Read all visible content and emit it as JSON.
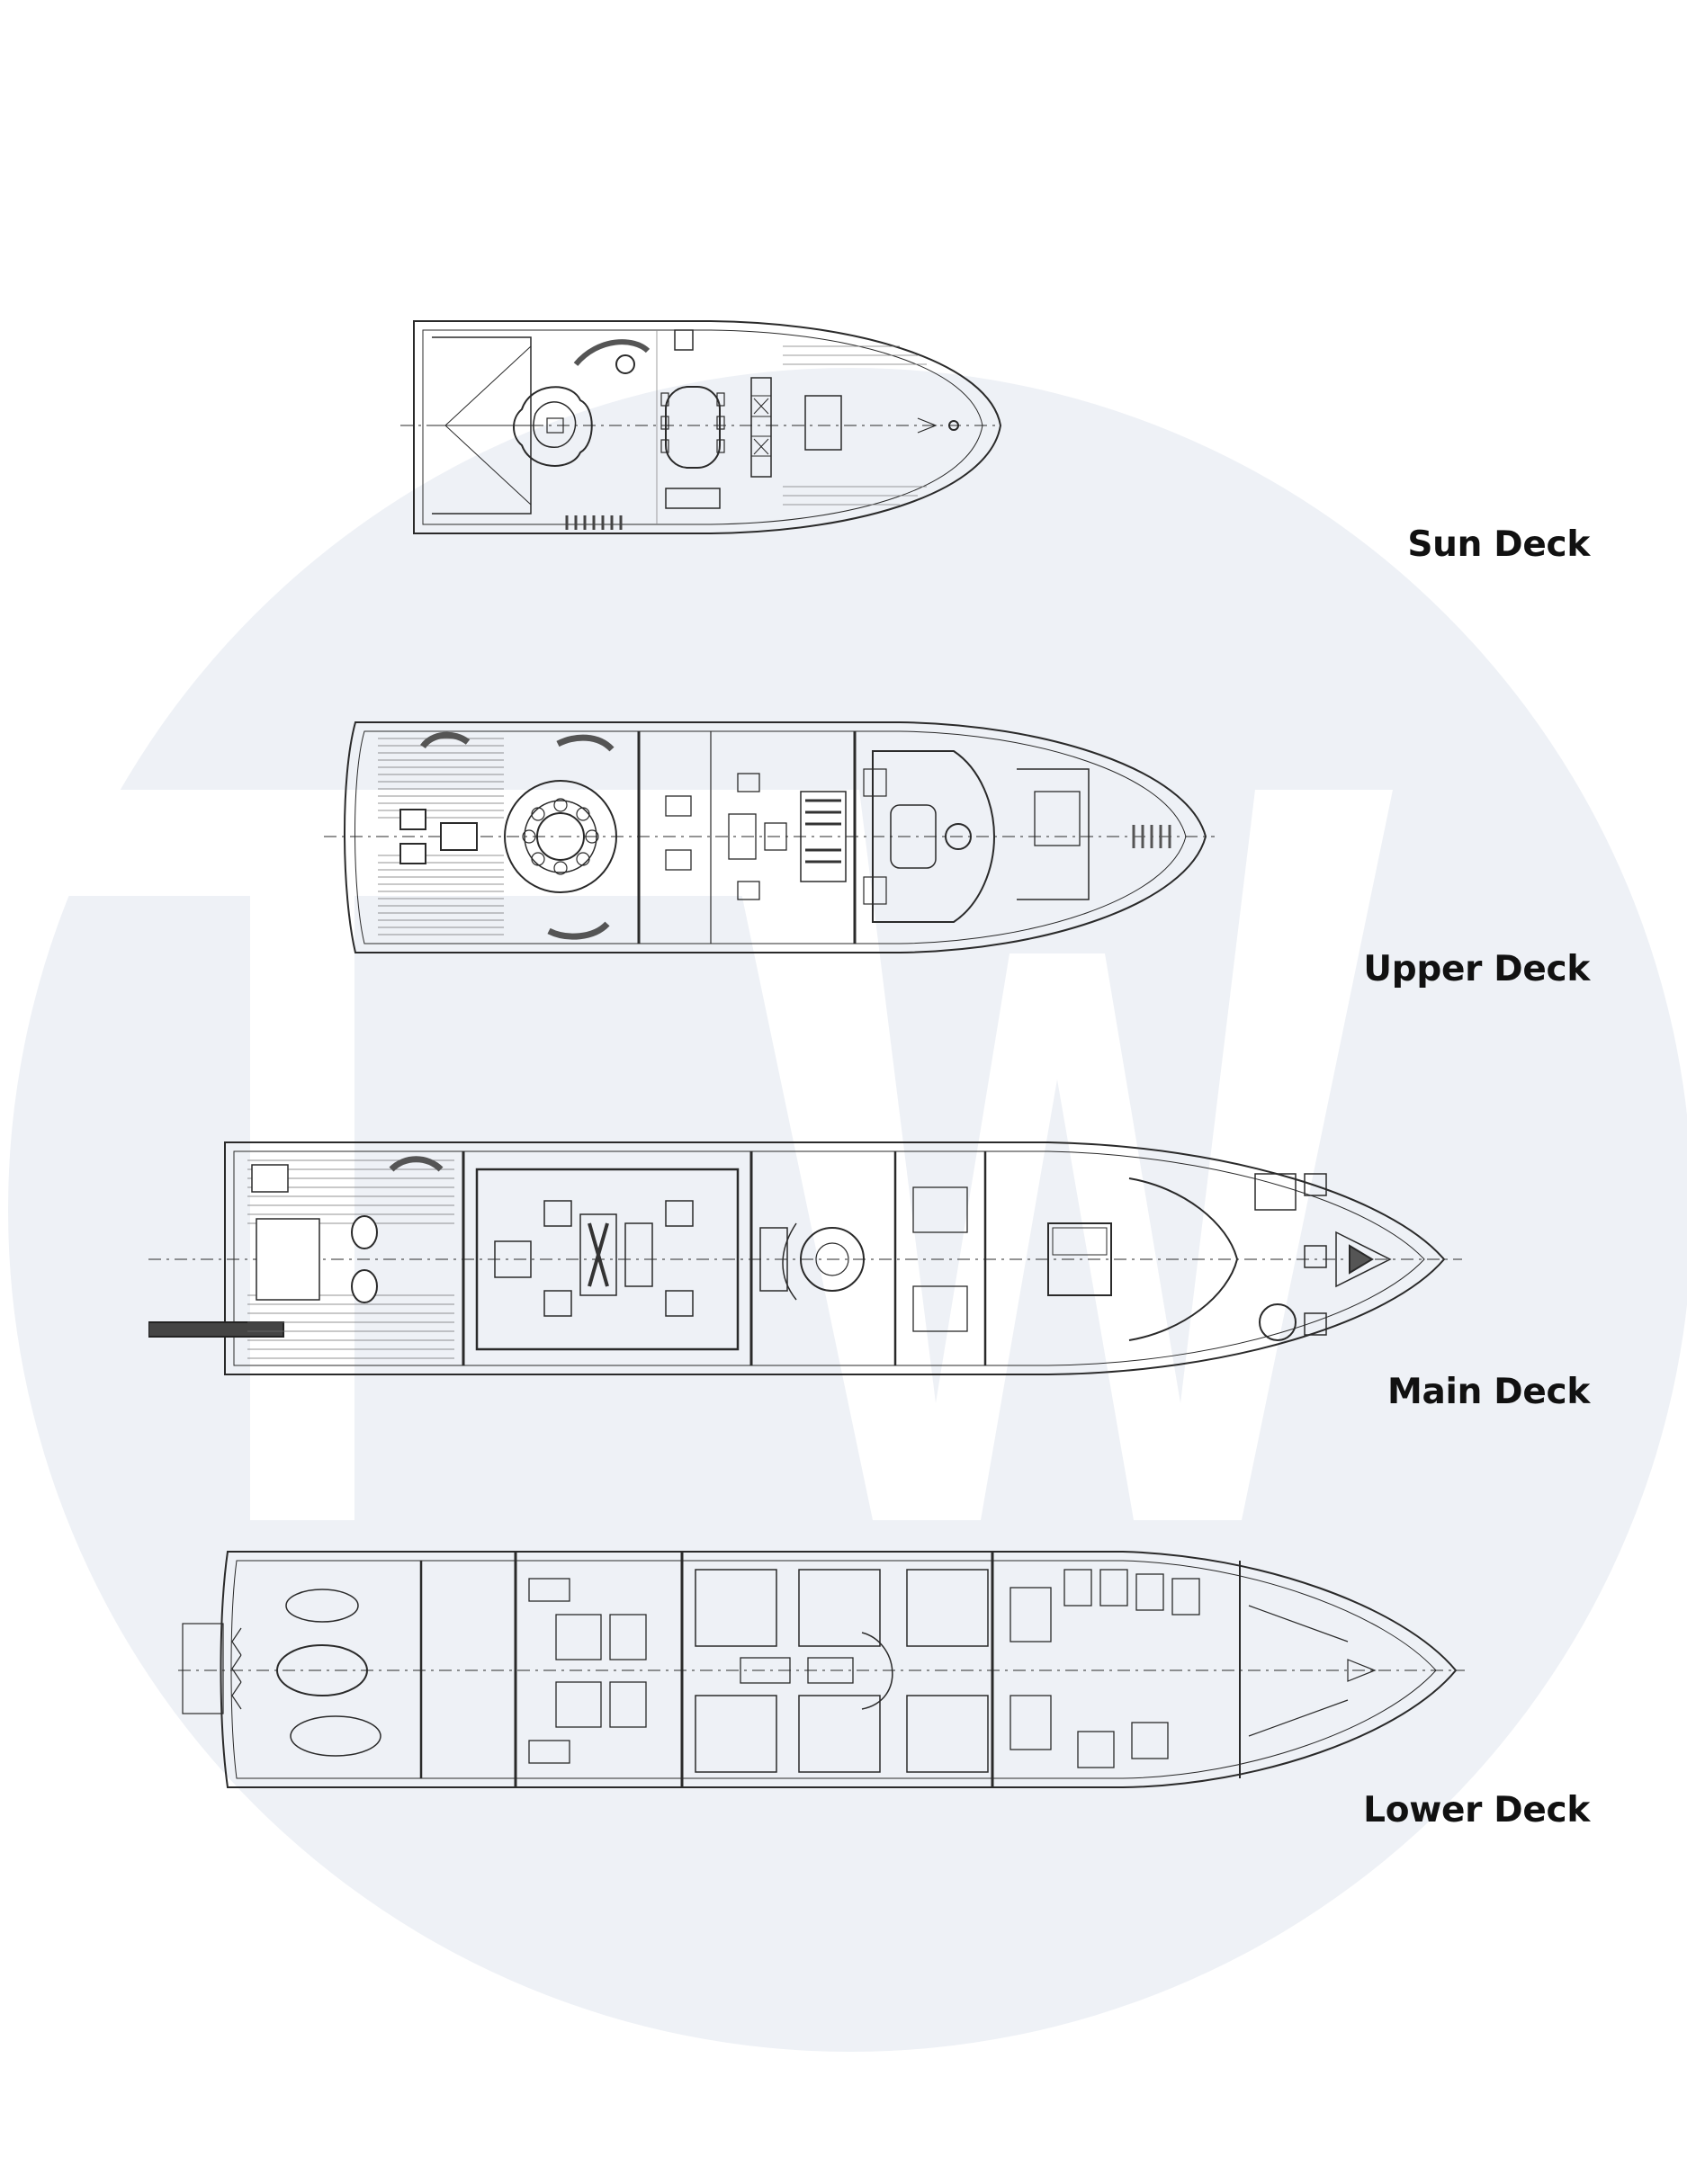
{
  "watermark": {
    "monogram": "TW",
    "circle_color": "#eef1f6",
    "letter_color": "#ffffff"
  },
  "decks": [
    {
      "id": "sun",
      "label": "Sun Deck"
    },
    {
      "id": "upper",
      "label": "Upper Deck"
    },
    {
      "id": "main",
      "label": "Main Deck"
    },
    {
      "id": "lower",
      "label": "Lower Deck"
    }
  ],
  "drawing": {
    "line_color": "#2a2a2a",
    "deck_planking_color": "#7a7a7a"
  }
}
